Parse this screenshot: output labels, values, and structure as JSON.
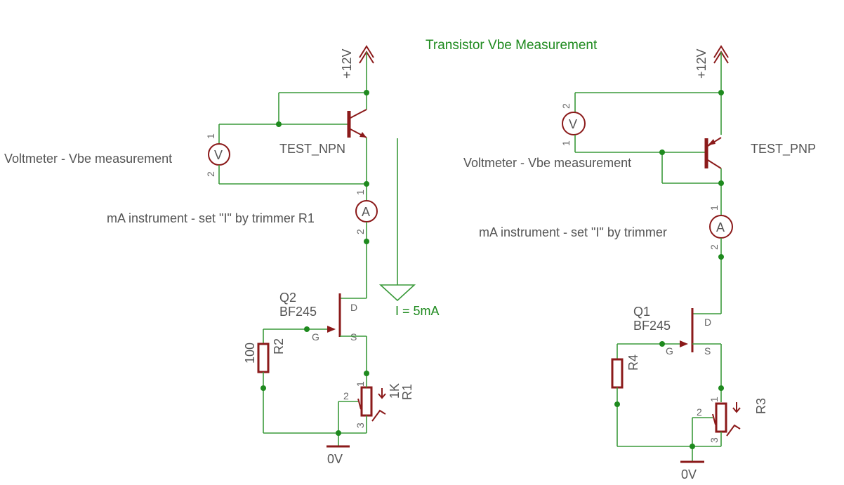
{
  "title": "Transistor Vbe Measurement",
  "left": {
    "supply": "+12V",
    "transistor": "TEST_NPN",
    "voltmeter_label": "Voltmeter - Vbe measurement",
    "voltmeter_symbol": "V",
    "ammeter_label": "mA instrument - set \"I\" by trimmer R1",
    "ammeter_symbol": "A",
    "jfet_name": "Q2",
    "jfet_value": "BF245",
    "pin_d": "D",
    "pin_g": "G",
    "pin_s": "S",
    "r2_name": "R2",
    "r2_value": "100",
    "r1_name": "R1",
    "r1_value": "1K",
    "ground": "0V",
    "current_note": "I = 5mA",
    "pin1": "1",
    "pin2": "2",
    "pin3": "3"
  },
  "right": {
    "supply": "+12V",
    "transistor": "TEST_PNP",
    "voltmeter_label": "Voltmeter - Vbe measurement",
    "voltmeter_symbol": "V",
    "ammeter_label": "mA instrument - set \"I\"  by trimmer",
    "ammeter_symbol": "A",
    "jfet_name": "Q1",
    "jfet_value": "BF245",
    "pin_d": "D",
    "pin_g": "G",
    "pin_s": "S",
    "r4_name": "R4",
    "r3_name": "R3",
    "ground": "0V",
    "pin1": "1",
    "pin2": "2",
    "pin3": "3"
  },
  "colors": {
    "wire": "#3a9a3a",
    "component": "#8b1a1a",
    "junction": "#1e8a1e",
    "label": "#555555",
    "title": "#1e8a1e"
  }
}
